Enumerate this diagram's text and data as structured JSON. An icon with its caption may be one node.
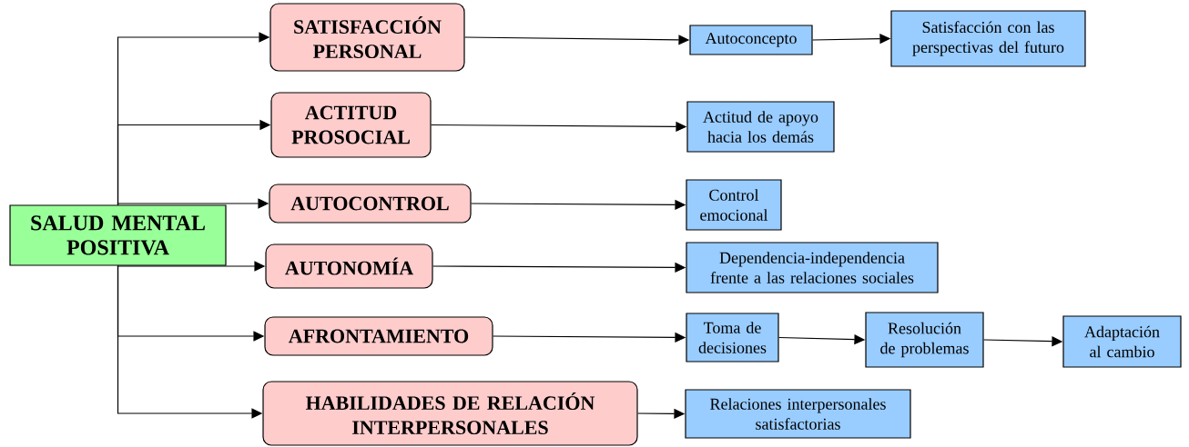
{
  "diagram": {
    "nodes": [
      {
        "text": [
          "SALUD MENTAL POSITIVA"
        ]
      },
      {
        "text": [
          "SATISFACCIÓN PERSONAL"
        ]
      },
      {
        "text": [
          "ACTITUD PROSOCIAL"
        ]
      },
      {
        "text": [
          "AUTOCONTROL"
        ]
      },
      {
        "text": [
          "AUTONOMÍA"
        ]
      },
      {
        "text": [
          "AFRONTAMIENTO"
        ]
      },
      {
        "text": [
          "HABILIDADES DE RELACIÓN INTERPERSONALES"
        ]
      },
      {
        "text": [
          "Autoconcepto"
        ]
      },
      {
        "text": [
          "Satisfacción con las perspectivas del futuro"
        ]
      },
      {
        "text": [
          "Actitud de apoyo hacia los demás"
        ]
      },
      {
        "text": [
          "Control emocional"
        ]
      },
      {
        "text": [
          "Dependencia-independencia frente a las relaciones sociales"
        ]
      },
      {
        "text": [
          "Toma de decisiones"
        ]
      },
      {
        "text": [
          "Resolución de problemas"
        ]
      },
      {
        "text": [
          "Adaptación al cambio"
        ]
      },
      {
        "text": [
          "Relaciones interpersonales satisfactorias"
        ]
      }
    ],
    "edges": [
      {
        "from": 0,
        "to": 1,
        "arrow": "to"
      },
      {
        "from": 0,
        "to": 2,
        "arrow": "to"
      },
      {
        "from": 0,
        "to": 3,
        "arrow": "to"
      },
      {
        "from": 0,
        "to": 4,
        "arrow": "to"
      },
      {
        "from": 0,
        "to": 5,
        "arrow": "to"
      },
      {
        "from": 0,
        "to": 6,
        "arrow": "to"
      },
      {
        "from": 1,
        "to": 7,
        "arrow": "to"
      },
      {
        "from": 7,
        "to": 8,
        "arrow": "to"
      },
      {
        "from": 2,
        "to": 9,
        "arrow": "to"
      },
      {
        "from": 3,
        "to": 10,
        "arrow": "to"
      },
      {
        "from": 4,
        "to": 11,
        "arrow": "to"
      },
      {
        "from": 5,
        "to": 12,
        "arrow": "to"
      },
      {
        "from": 12,
        "to": 13,
        "arrow": "to"
      },
      {
        "from": 13,
        "to": 14,
        "arrow": "to"
      },
      {
        "from": 6,
        "to": 15,
        "arrow": "to"
      }
    ]
  }
}
